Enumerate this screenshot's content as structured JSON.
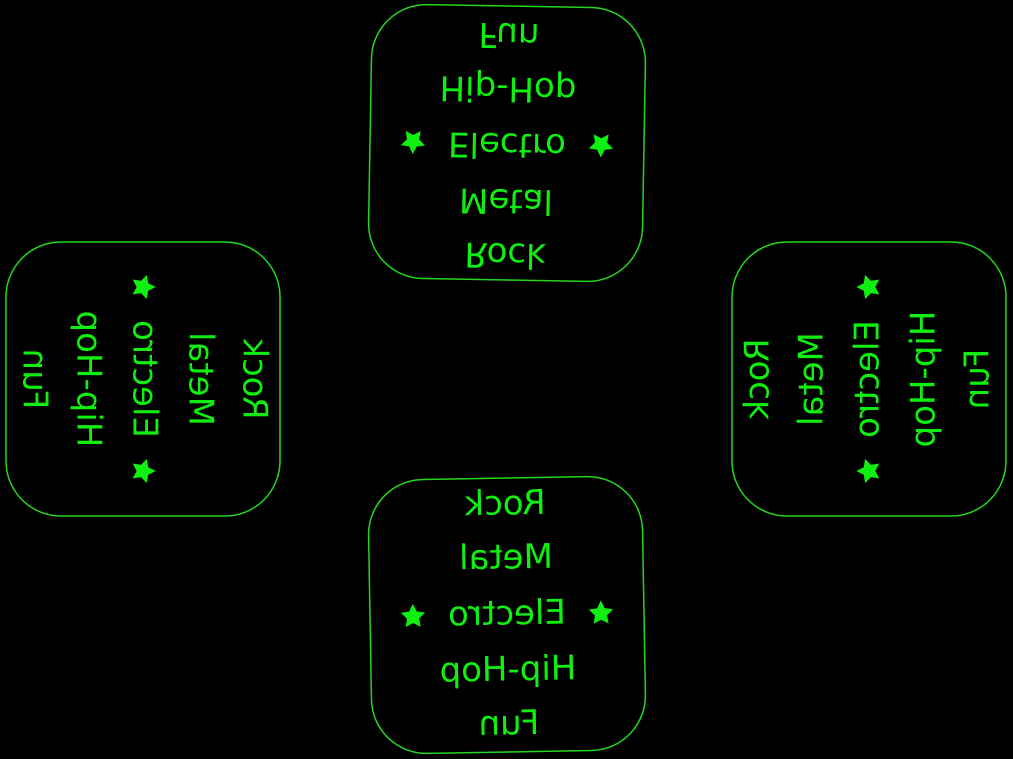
{
  "colors": {
    "background": "#000000",
    "outline": "#22d81c",
    "text": "#10f010"
  },
  "selector": {
    "items": [
      {
        "label": "Rock",
        "selected": false
      },
      {
        "label": "Metal",
        "selected": false
      },
      {
        "label": "Electro",
        "selected": true
      },
      {
        "label": "Hip-Hop",
        "selected": false
      },
      {
        "label": "Fun",
        "selected": false
      }
    ],
    "selected_marker_icon": "star-icon"
  }
}
